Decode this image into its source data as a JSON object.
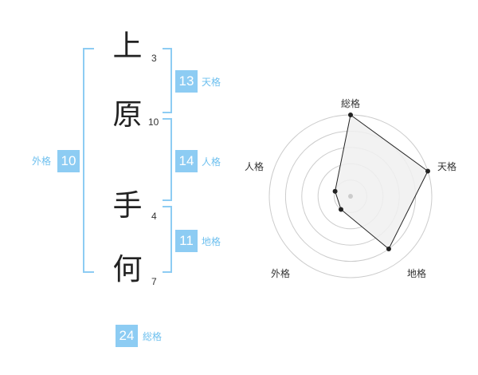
{
  "name": {
    "chars": [
      {
        "char": "上",
        "strokes": "3"
      },
      {
        "char": "原",
        "strokes": "10"
      },
      {
        "char": "手",
        "strokes": "4"
      },
      {
        "char": "何",
        "strokes": "7"
      }
    ]
  },
  "fortunes": {
    "tenkaku": {
      "value": "13",
      "label": "天格"
    },
    "jinkaku": {
      "value": "14",
      "label": "人格"
    },
    "chikaku": {
      "value": "11",
      "label": "地格"
    },
    "gaikaku": {
      "value": "10",
      "label": "外格"
    },
    "soukaku": {
      "value": "24",
      "label": "総格"
    }
  },
  "radar": {
    "axes": [
      "総格",
      "天格",
      "地格",
      "外格",
      "人格"
    ],
    "levels": 5,
    "values": [
      5,
      5,
      4,
      1,
      1
    ],
    "colors": {
      "grid": "#cccccc",
      "fill": "#f0f0f0",
      "line": "#222222",
      "center": "#cccccc"
    }
  }
}
